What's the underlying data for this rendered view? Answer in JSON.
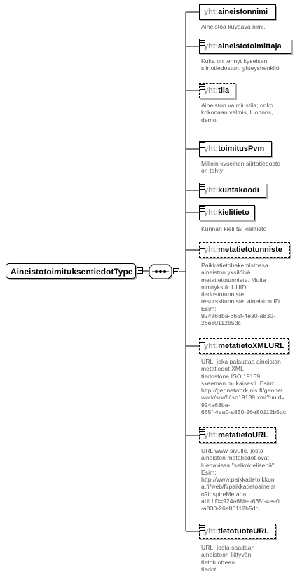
{
  "root": {
    "name": "AineistotoimituksentiedotType"
  },
  "elements": [
    {
      "ns": "yht",
      "name": "aineistonnimi",
      "description": "Aineistoa kuvaava nimi."
    },
    {
      "ns": "yht",
      "name": "aineistotoimittaja",
      "description": "Kuka on tehnyt kyseisen\nsiirtotiedoston, yhteyshenkilö"
    },
    {
      "ns": "yht",
      "name": "tila",
      "description": "Aineiston valmiustila; onko\nkokonaan valmis, luonnos,\ndemo"
    },
    {
      "ns": "yht",
      "name": "toimitusPvm",
      "description": "Milloin kyseinen siirtotiedosto\non tehty"
    },
    {
      "ns": "yht",
      "name": "kuntakoodi",
      "description": ""
    },
    {
      "ns": "yht",
      "name": "kielitieto",
      "description": "Kunnan kieli tai kielitieto"
    },
    {
      "ns": "yht",
      "name": "metatietotunniste",
      "description": "Paikkatietohakemistossa\naineiston yksilöivä\nmetatietotunniste. Muita\nnimityksiä: UUID,\ntiedostotunniste,\nresurssitunniste, aineiston ID.\nEsim:\n924a68ba-665f-4ea0-a830-\n26e80112b5dc"
    },
    {
      "ns": "yht",
      "name": "metatietoXMLURL",
      "description": "URL, joka palauttaa aineiston\nmetatiedot XML\ntiedostona ISO 19139\nskeeman mukaisesti. Esim:\nhttp://geonetwork.nls.fi/geonet\nwork/srv/fi/iso19139.xml?uuid=\n924a68ba-\n665f-4ea0-a830-26e80112b5dc"
    },
    {
      "ns": "yht",
      "name": "metatietoURL",
      "description": "URL www-sivulle, josta\naineiston metatiedot ovat\nluettavissa \"selkokielisenä\".\nEsim:\nhttp://www.paikkatietoikkun\na.fi/web/fi/paikkatietoaineist\no?inspireMetadat\naUUID=924a68ba-665f-4ea0\n-a830-26e80112b5dc"
    },
    {
      "ns": "yht",
      "name": "tietotuoteURL",
      "description": "URL, josta saadaan\naineistoon liittyvän\ntietotuotteen\ntiedot"
    }
  ]
}
